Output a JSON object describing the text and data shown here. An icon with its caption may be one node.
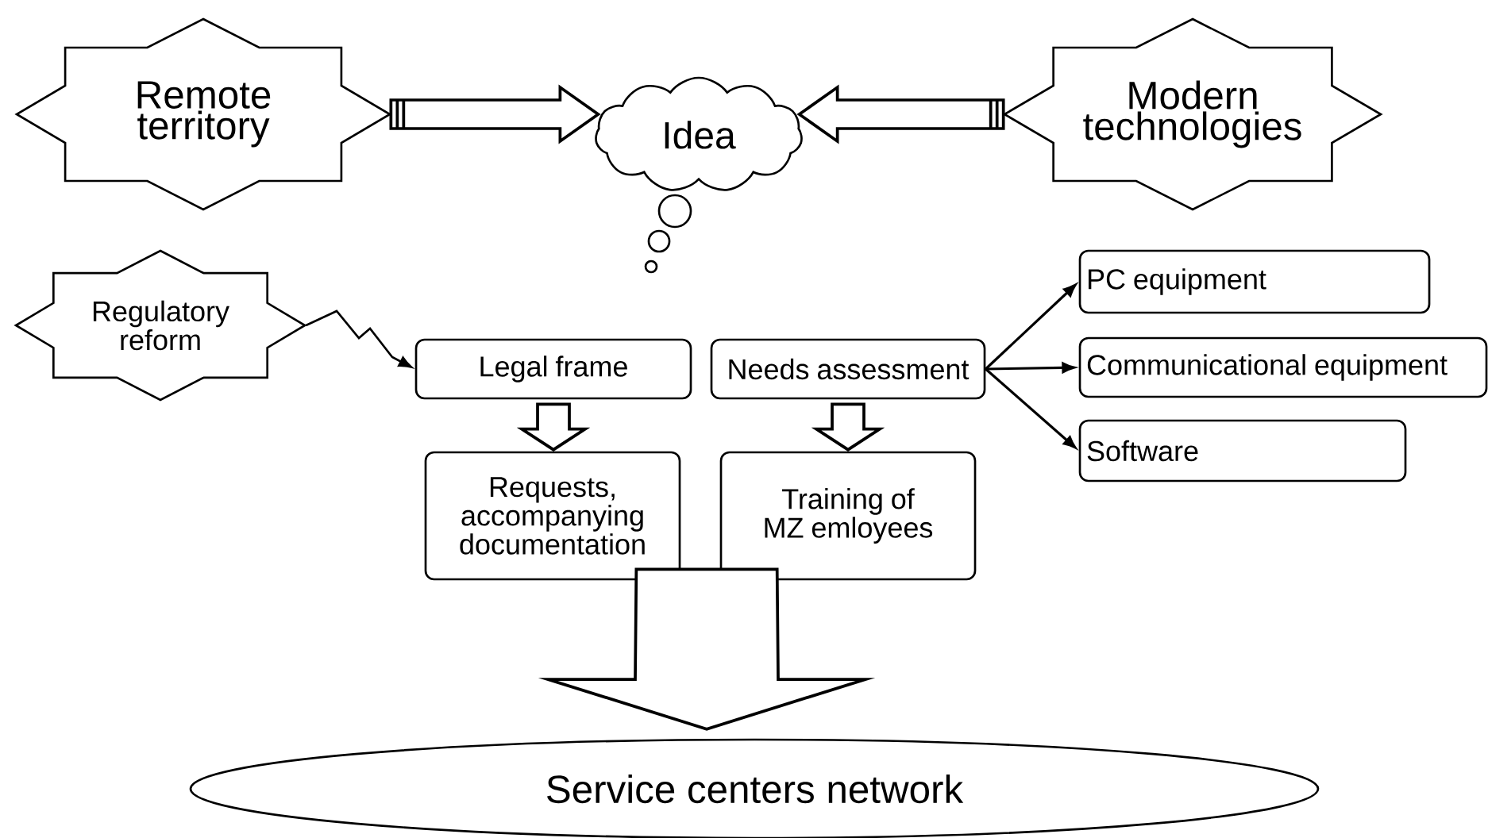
{
  "diagram": {
    "nodes": [
      {
        "text": [
          "Remote territory"
        ]
      },
      {
        "text": [
          "Idea"
        ]
      },
      {
        "text": [
          "Modern technologies"
        ]
      },
      {
        "text": [
          "Regulatory reform"
        ]
      },
      {
        "text": [
          "Legal frame"
        ]
      },
      {
        "text": [
          "Needs assessment"
        ]
      },
      {
        "text": [
          "PC equipment"
        ]
      },
      {
        "text": [
          "Communicational equipment"
        ]
      },
      {
        "text": [
          "Software"
        ]
      },
      {
        "text": [
          "Requests, accompanying documentation"
        ]
      },
      {
        "text": [
          "Training of MZ emloyees"
        ]
      },
      {
        "text": [
          "Service centers network"
        ]
      }
    ],
    "edges": [
      {
        "from": 0,
        "to": 1,
        "arrow": "to",
        "style": "thick"
      },
      {
        "from": 2,
        "to": 1,
        "arrow": "to",
        "style": "thick"
      },
      {
        "from": 3,
        "to": 4,
        "arrow": "to"
      },
      {
        "from": 4,
        "to": 9,
        "arrow": "to",
        "style": "thick"
      },
      {
        "from": 5,
        "to": 10,
        "arrow": "to",
        "style": "thick"
      },
      {
        "from": 5,
        "to": 6,
        "arrow": "to"
      },
      {
        "from": 5,
        "to": 7,
        "arrow": "to"
      },
      {
        "from": 5,
        "to": 8,
        "arrow": "to"
      },
      {
        "from": 9,
        "to": 11,
        "arrow": "to",
        "style": "thick"
      },
      {
        "from": 10,
        "to": 11,
        "arrow": "to",
        "style": "thick"
      }
    ]
  }
}
